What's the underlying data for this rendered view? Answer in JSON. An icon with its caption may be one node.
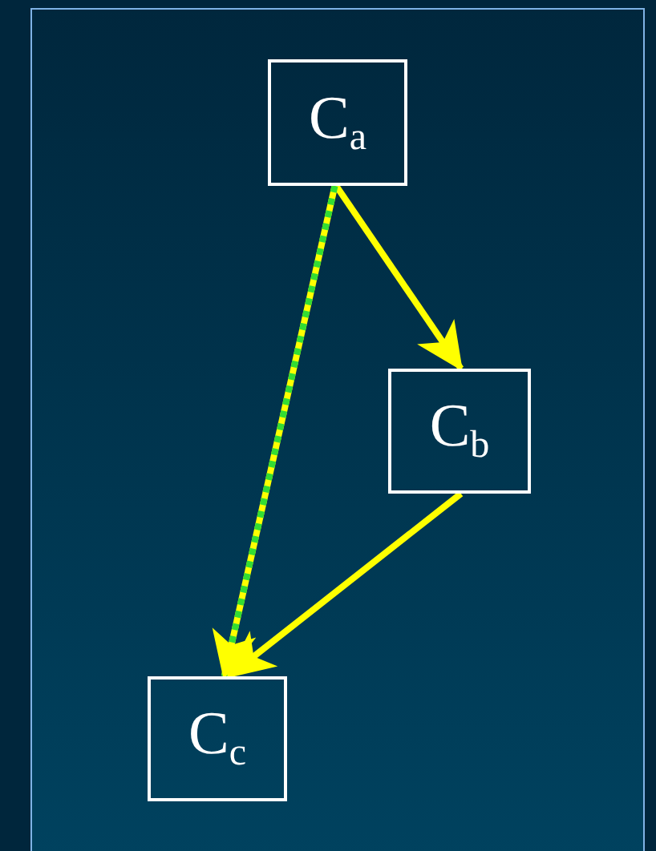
{
  "diagram": {
    "nodes": [
      {
        "text": [
          "C$_{a}$"
        ]
      },
      {
        "text": [
          "C$_{b}$"
        ]
      },
      {
        "text": [
          "C$_{c}$"
        ]
      }
    ],
    "edges": [
      {
        "from": 0,
        "to": 1,
        "arrow": "to"
      },
      {
        "from": 0,
        "to": 2,
        "arrow": "to",
        "style": "dashed",
        "color": "#33dd33"
      },
      {
        "from": 1,
        "to": 2,
        "arrow": "to"
      }
    ]
  }
}
